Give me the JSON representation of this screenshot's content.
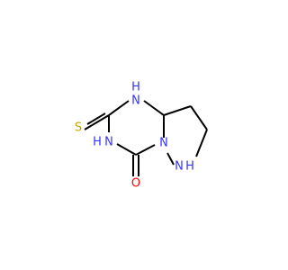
{
  "colors": {
    "nitrogen": "#3333ff",
    "sulfur": "#c8a800",
    "oxygen": "#ff0000",
    "bond": "#000000",
    "background": "#ffffff"
  },
  "atoms": {
    "n1": {
      "label": "N",
      "h_label": "H"
    },
    "n3": {
      "label": "N",
      "h_label": "H"
    },
    "n5": {
      "label": "N"
    },
    "n6": {
      "label": "N",
      "h_label": "H"
    },
    "s": {
      "label": "S"
    },
    "o": {
      "label": "O"
    }
  }
}
